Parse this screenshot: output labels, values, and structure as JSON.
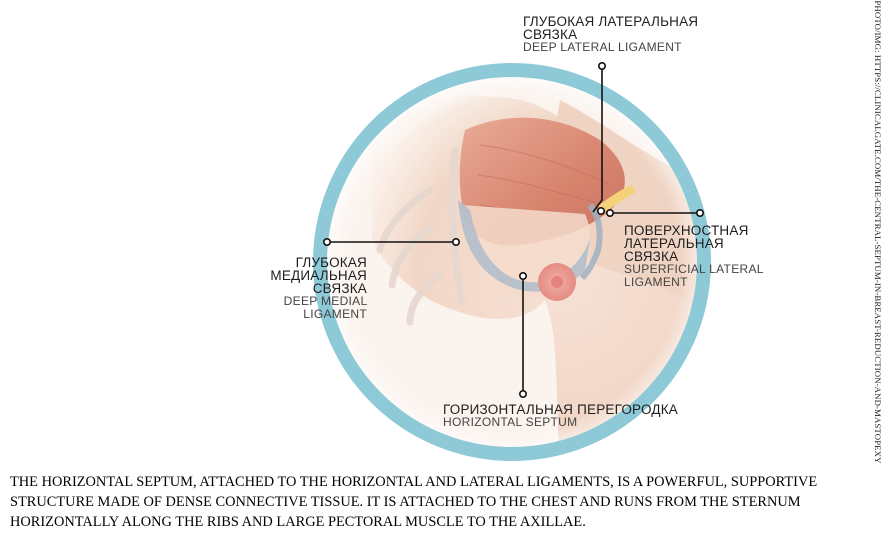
{
  "labels": {
    "deep_lateral": {
      "ru_lines": [
        "ГЛУБОКАЯ ЛАТЕРАЛЬНАЯ",
        "СВЯЗКА"
      ],
      "en": "DEEP LATERAL LIGAMENT"
    },
    "superficial_lateral": {
      "ru_lines": [
        "ПОВЕРХНОСТНАЯ",
        "ЛАТЕРАЛЬНАЯ",
        "СВЯЗКА"
      ],
      "en_lines": [
        "SUPERFICIAL LATERAL",
        "LIGAMENT"
      ]
    },
    "deep_medial": {
      "ru_lines": [
        "ГЛУБОКАЯ",
        "МЕДИАЛЬНАЯ",
        "СВЯЗКА"
      ],
      "en_lines": [
        "DEEP MEDIAL",
        "LIGAMENT"
      ]
    },
    "horizontal_septum": {
      "ru": "ГОРИЗОНТАЛЬНАЯ ПЕРЕГОРОДКА",
      "en": "HORIZONTAL SEPTUM"
    }
  },
  "credit": "PHOTO/IMG: HTTPS://CLINICALGATE.COM/THE-CENTRAL-SEPTUM-IN-BREAST-REDUCTION-AND-MASTOPEXY",
  "caption": "THE HORIZONTAL SEPTUM, ATTACHED TO THE HORIZONTAL AND LATERAL LIGAMENTS, IS A POWERFUL, SUPPORTIVE STRUCTURE MADE OF DENSE CONNECTIVE TISSUE. IT IS ATTACHED TO THE CHEST AND RUNS FROM THE STERNUM HORIZONTALLY ALONG THE RIBS AND LARGE PECTORAL MUSCLE TO THE AXILLAE.",
  "colors": {
    "ring": "#8ec9d8",
    "skin": "#f3ddd0",
    "muscle": "#d98a76",
    "ligament": "#a8b6c4",
    "areola": "#e8928a"
  }
}
